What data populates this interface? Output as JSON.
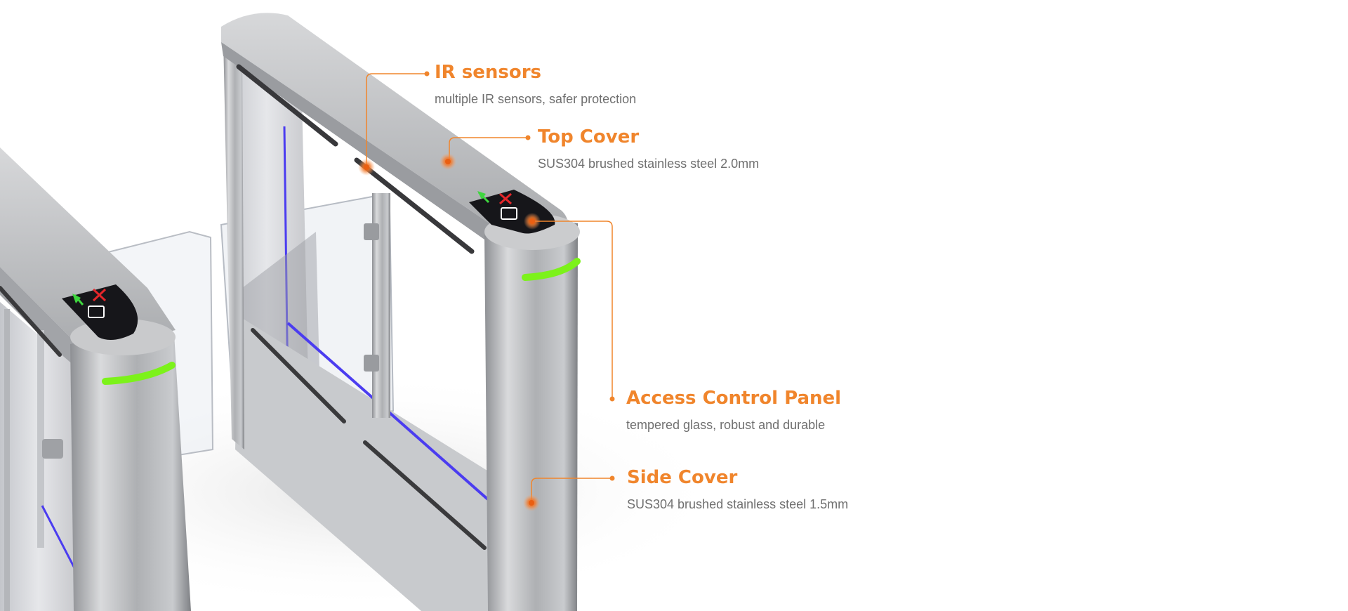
{
  "colors": {
    "accent": "#f0852c",
    "description_text": "#6f6f6f",
    "indicator_green": "#7cf21a",
    "led_blue": "#4b3cf0",
    "steel": "#b9bbbe"
  },
  "callouts": [
    {
      "title": "IR sensors",
      "description": "multiple IR sensors, safer protection"
    },
    {
      "title": "Top Cover",
      "description": "SUS304 brushed stainless steel 2.0mm"
    },
    {
      "title": "Access Control Panel",
      "description": "tempered glass, robust and durable"
    },
    {
      "title": "Side Cover",
      "description": "SUS304 brushed stainless steel 1.5mm"
    }
  ],
  "panel_icons": [
    "arrow-up-icon",
    "x-icon",
    "card-reader-icon"
  ]
}
